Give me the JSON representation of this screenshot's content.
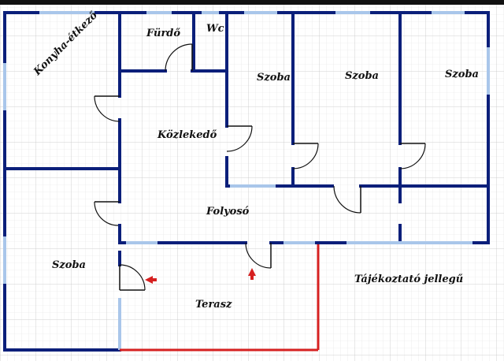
{
  "rooms": {
    "kitchen": "Konyha-étkező",
    "bathroom": "Fürdő",
    "wc": "Wc",
    "room_1": "Szoba",
    "room_2": "Szoba",
    "room_3": "Szoba",
    "hallway": "Közlekedő",
    "corridor": "Folyosó",
    "room_left": "Szoba",
    "terrace": "Terasz"
  },
  "note": "Tájékoztató jellegű",
  "colors": {
    "wall": "#0b1f7a",
    "window": "#a9c6ea",
    "terrace_outline": "#d62020",
    "grid": "#d9d9d9"
  }
}
